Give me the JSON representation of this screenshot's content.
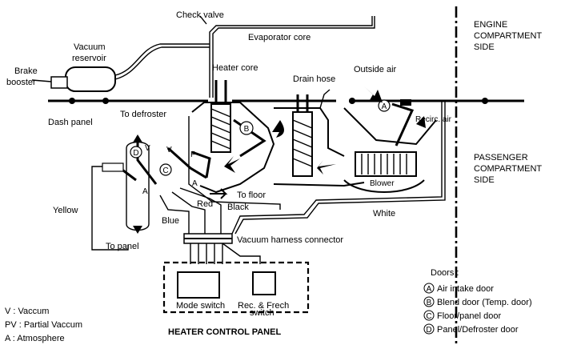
{
  "labels": {
    "check_valve": "Check valve",
    "vacuum_reservoir_1": "Vacuum",
    "vacuum_reservoir_2": "reservoir",
    "brake_booster_1": "Brake",
    "brake_booster_2": "booster",
    "dash_panel": "Dash panel",
    "heater_core": "Heater core",
    "evaporator_core": "Evaporator core",
    "drain_hose": "Drain hose",
    "outside_air": "Outside air",
    "recirc_air": "Recirc. air",
    "engine_compartment_1": "ENGINE",
    "engine_compartment_2": "COMPARTMENT",
    "engine_compartment_3": "SIDE",
    "passenger_compartment_1": "PASSENGER",
    "passenger_compartment_2": "COMPARTMENT",
    "passenger_compartment_3": "SIDE",
    "to_defroster": "To defroster",
    "to_floor": "To floor",
    "to_panel": "To panel",
    "yellow": "Yellow",
    "red": "Red",
    "black": "Black",
    "blue": "Blue",
    "white": "White",
    "blower": "Blower",
    "vacuum_harness_connector": "Vacuum harness connector",
    "mode_switch": "Mode switch",
    "rec_fresh_switch_1": "Rec. & Frech",
    "rec_fresh_switch_2": "switch",
    "heater_control_panel": "HEATER CONTROL PANEL"
  },
  "markers": {
    "A": "A",
    "B": "B",
    "C": "C",
    "D": "D",
    "V": "V",
    "P": "P"
  },
  "legend_abbrev": [
    "V : Vaccum",
    "PV : Partial Vaccum",
    "A : Atmosphere"
  ],
  "doors": {
    "title": "Doors :",
    "items": [
      {
        "letter": "A",
        "text": "Air intake door"
      },
      {
        "letter": "B",
        "text": "Blend door (Temp. door)"
      },
      {
        "letter": "C",
        "text": "Floor/panel door"
      },
      {
        "letter": "D",
        "text": "Panel/Defroster door"
      }
    ]
  }
}
